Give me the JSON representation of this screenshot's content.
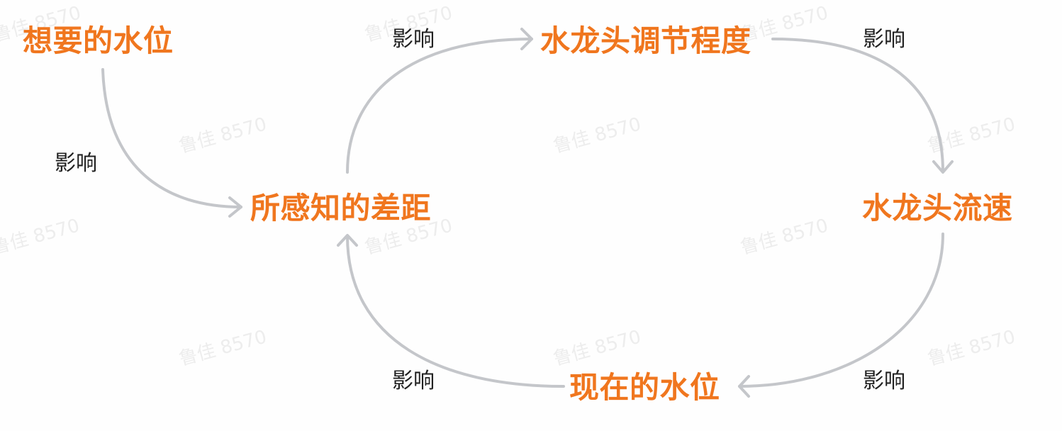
{
  "nodes": {
    "desired_level": "想要的水位",
    "faucet_adjust": "水龙头调节程度",
    "perceived_gap": "所感知的差距",
    "faucet_flow": "水龙头流速",
    "current_level": "现在的水位"
  },
  "edges": {
    "desired_to_gap": "影响",
    "gap_to_adjust": "影响",
    "adjust_to_flow": "影响",
    "flow_to_current": "影响",
    "current_to_gap": "影响"
  },
  "watermark": "鲁佳 8570",
  "colors": {
    "node_text": "#f0761e",
    "arrow": "#c4c6ca",
    "label_text": "#222222",
    "watermark": "#ededed"
  }
}
